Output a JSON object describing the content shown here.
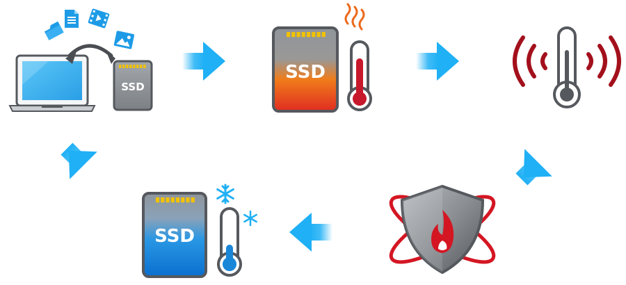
{
  "colors": {
    "flow_arrow": "#1fb0f5",
    "hot_gradient": [
      "#9aa0a6",
      "#f07c1a",
      "#e02c22"
    ],
    "cold_gradient": [
      "#9aa0a6",
      "#1e8fe0",
      "#0a6fcf"
    ],
    "device_gray": "#6b6f74",
    "signal_red": "#a3101c",
    "shield_flame": "#d41623",
    "frost_blue": "#1fb0f5"
  },
  "icons": {
    "transfer": "laptop-to-ssd-transfer-icon",
    "heat": "hot-ssd-icon",
    "sensor": "temperature-signal-icon",
    "protection": "heat-shield-icon",
    "cool": "cold-ssd-icon"
  },
  "stage_labels": {
    "small_ssd": "SSD",
    "hot_ssd": "SSD",
    "cold_ssd": "SSD"
  }
}
